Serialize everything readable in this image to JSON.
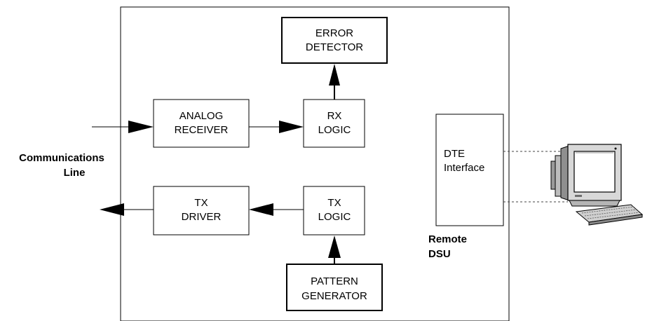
{
  "blocks": {
    "error_detector": [
      "ERROR",
      "DETECTOR"
    ],
    "analog_receiver": [
      "ANALOG",
      "RECEIVER"
    ],
    "rx_logic": [
      "RX",
      "LOGIC"
    ],
    "tx_driver": [
      "TX",
      "DRIVER"
    ],
    "tx_logic": [
      "TX",
      "LOGIC"
    ],
    "pattern_generator": [
      "PATTERN",
      "GENERATOR"
    ],
    "dte_interface": [
      "DTE",
      "Interface"
    ]
  },
  "labels": {
    "communications_line": [
      "Communications",
      "Line"
    ],
    "remote_dsu": [
      "Remote",
      "DSU"
    ]
  },
  "icons": {
    "terminal": "computer-terminal-icon"
  }
}
